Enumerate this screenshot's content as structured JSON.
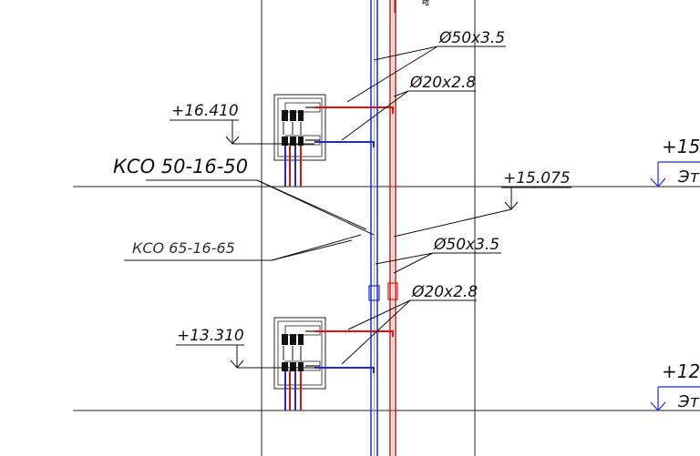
{
  "labels": {
    "pipe_top_1": "Ø50x3.5",
    "pipe_top_2": "Ø20x2.8",
    "pipe_mid_1": "Ø50x3.5",
    "pipe_mid_2": "Ø20x2.8",
    "elev_upper": "+16.410",
    "elev_lower": "+13.310",
    "elev_floor": "+15.075",
    "kso_main": "КСО 50-16-50",
    "kso_secondary": "КСО 65-16-65",
    "edge_elev_top": "+15,",
    "edge_elev_bottom": "+12,",
    "edge_floor_top": "Эт",
    "edge_floor_bottom": "Эт"
  },
  "colors": {
    "supply_pipe": "#e01010",
    "return_pipe": "#1a2ad8",
    "linework": "#111111"
  }
}
